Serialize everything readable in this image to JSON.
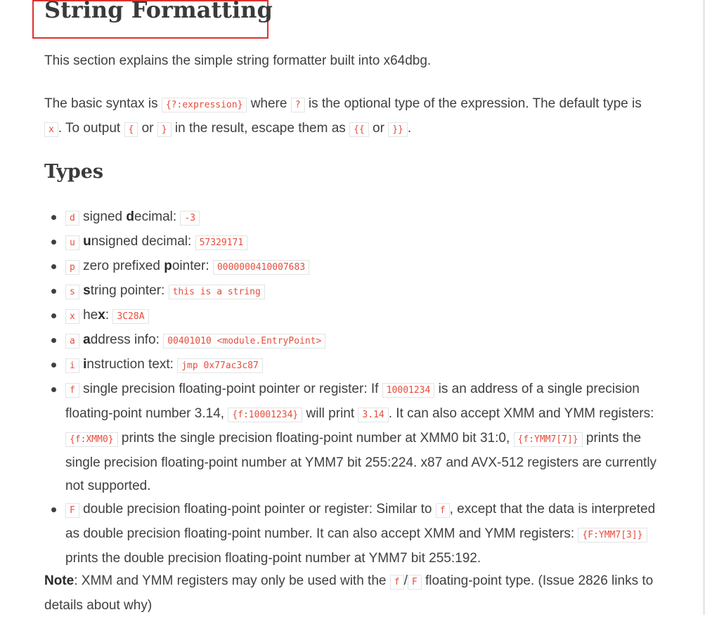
{
  "title": "String Formatting",
  "intro": "This section explains the simple string formatter built into x64dbg.",
  "syntax": {
    "t1": "The basic syntax is ",
    "c1": "{?:expression}",
    "t2": " where ",
    "c2": "?",
    "t3": " is the optional type of the expression. The default type is ",
    "c3": "x",
    "t4": ". To output ",
    "c4": "{",
    "t5": " or ",
    "c5": "}",
    "t6": " in the result, escape them as ",
    "c6": "{{",
    "t7": " or ",
    "c7": "}}",
    "t8": "."
  },
  "types_heading": "Types",
  "types": [
    {
      "code": "d",
      "bold": "d",
      "rest": "ecimal: ",
      "pre": "signed ",
      "example": "-3"
    },
    {
      "code": "u",
      "bold": "u",
      "rest": "nsigned decimal: ",
      "pre": "",
      "example": "57329171"
    },
    {
      "code": "p",
      "bold": "p",
      "rest": "ointer: ",
      "pre": "zero prefixed ",
      "example": "0000000410007683"
    },
    {
      "code": "s",
      "bold": "s",
      "rest": "tring pointer: ",
      "pre": "",
      "example": "this is a string"
    },
    {
      "code": "x",
      "bold": "x",
      "rest": ": ",
      "pre": "he",
      "example": "3C28A"
    },
    {
      "code": "a",
      "bold": "a",
      "rest": "ddress info: ",
      "pre": "",
      "example": "00401010 <module.EntryPoint>"
    },
    {
      "code": "i",
      "bold": "i",
      "rest": "nstruction text: ",
      "pre": "",
      "example": "jmp 0x77ac3c87"
    }
  ],
  "float_single": {
    "code": "f",
    "t1": " single precision floating-point pointer or register: If ",
    "c1": "10001234",
    "t2": " is an address of a single precision floating-point number 3.14, ",
    "c2": "{f:10001234}",
    "t3": " will print ",
    "c3": "3.14",
    "t4": ". It can also accept XMM and YMM registers: ",
    "c4": "{f:XMM0}",
    "t5": " prints the single precision floating-point number at XMM0 bit 31:0, ",
    "c5": "{f:YMM7[7]}",
    "t6": " prints the single precision floating-point number at YMM7 bit 255:224. x87 and AVX-512 registers are currently not supported."
  },
  "float_double": {
    "code": "F",
    "t1": " double precision floating-point pointer or register: Similar to ",
    "c1": "f",
    "t2": ", except that the data is interpreted as double precision floating-point number. It can also accept XMM and YMM registers: ",
    "c2": "{F:YMM7[3]}",
    "t3": " prints the double precision floating-point number at YMM7 bit 255:192."
  },
  "note": {
    "label": "Note",
    "t1": ": XMM and YMM registers may only be used with the ",
    "c1": "f",
    "t2": "/",
    "c2": "F",
    "t3": " floating-point type. (Issue 2826 links to details about why)"
  }
}
